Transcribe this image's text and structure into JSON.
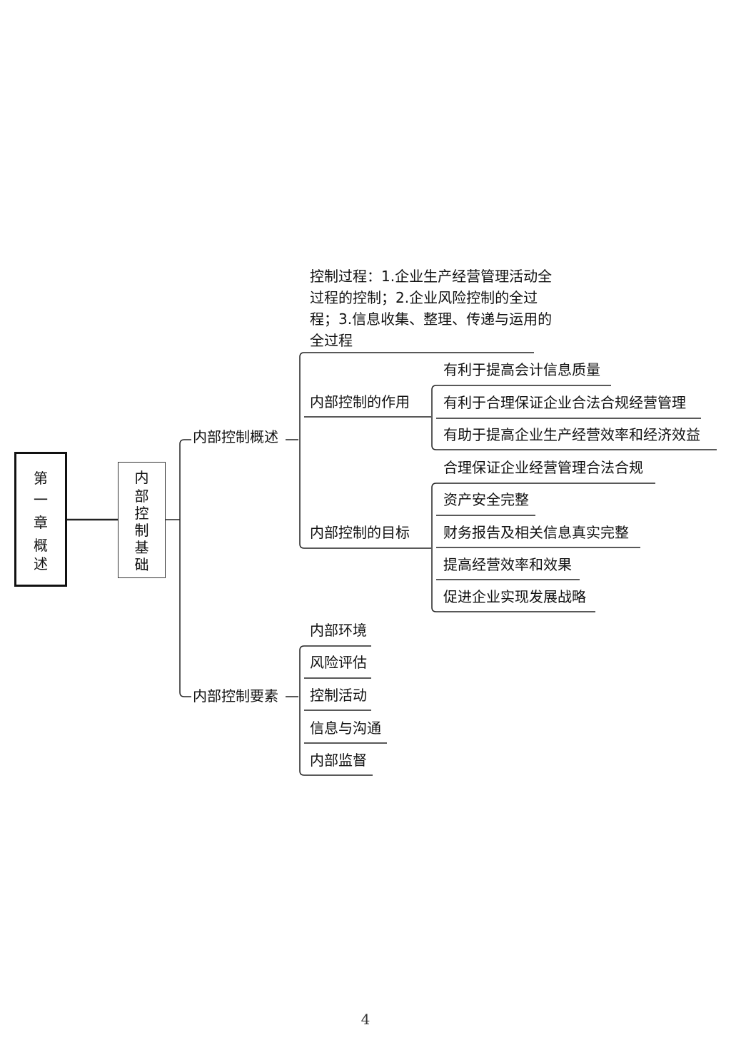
{
  "root": {
    "chars": [
      "第",
      "一",
      "章",
      "概",
      "述"
    ]
  },
  "level1": {
    "chars": [
      "内",
      "部",
      "控",
      "制",
      "基",
      "础"
    ]
  },
  "overview": {
    "label": "内部控制概述",
    "process_text": "控制过程：1.企业生产经营管理活动全过程的控制；2.企业风险控制的全过程；3.信息收集、整理、传递与运用的全过程",
    "role": {
      "label": "内部控制的作用",
      "items": [
        "有利于提高会计信息质量",
        "有利于合理保证企业合法合规经营管理",
        "有助于提高企业生产经营效率和经济效益"
      ]
    },
    "goal": {
      "label": "内部控制的目标",
      "items": [
        "合理保证企业经营管理合法合规",
        "资产安全完整",
        "财务报告及相关信息真实完整",
        "提高经营效率和效果",
        "促进企业实现发展战略"
      ]
    }
  },
  "elements": {
    "label": "内部控制要素",
    "items": [
      "内部环境",
      "风险评估",
      "控制活动",
      "信息与沟通",
      "内部监督"
    ]
  },
  "page_number": "4"
}
